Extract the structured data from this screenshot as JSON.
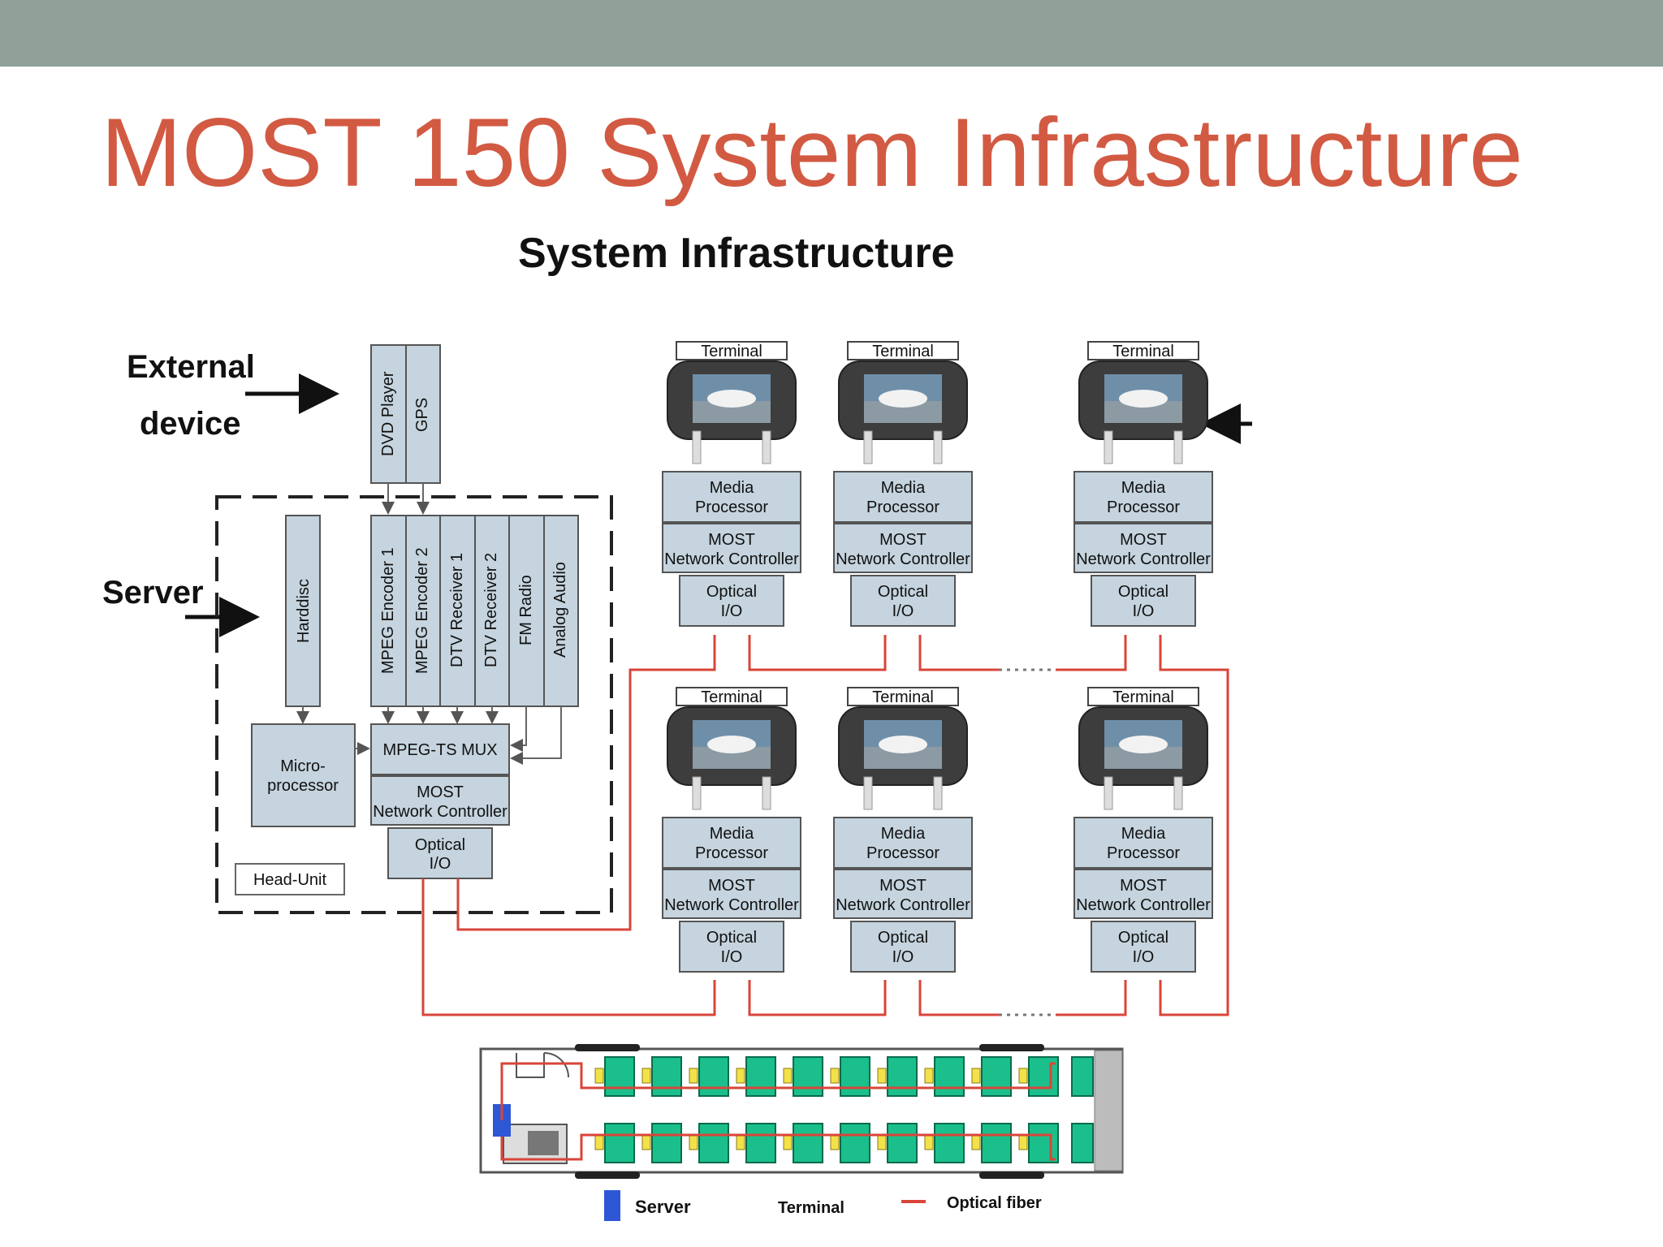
{
  "slide": {
    "title": "MOST 150 System Infrastructure",
    "subtitle": "System Infrastructure"
  },
  "annotations": {
    "external_line1": "External",
    "external_line2": "device",
    "server": "Server"
  },
  "head_unit": {
    "external_devices": [
      "DVD Player",
      "GPS"
    ],
    "modules": [
      "MPEG Encoder 1",
      "MPEG Encoder 2",
      "DTV Receiver 1",
      "DTV Receiver 2",
      "FM Radio",
      "Analog Audio"
    ],
    "harddisc": "Harddisc",
    "micro_line1": "Micro-",
    "micro_line2": "processor",
    "mux": "MPEG-TS MUX",
    "most_line1": "MOST",
    "most_line2": "Network Controller",
    "optical_line1": "Optical",
    "optical_line2": "I/O",
    "name": "Head-Unit"
  },
  "terminal": {
    "label": "Terminal",
    "media_line1": "Media",
    "media_line2": "Processor",
    "most_line1": "MOST",
    "most_line2": "Network Controller",
    "optical_line1": "Optical",
    "optical_line2": "I/O"
  },
  "legend": {
    "server": "Server",
    "terminal": "Terminal",
    "fiber": "Optical fiber"
  },
  "colors": {
    "title": "#d25a42",
    "topbar": "#8fa198",
    "box_fill": "#c5d4de",
    "fiber": "#d9453a",
    "seat": "#1bbf8c",
    "server_block": "#2e57d6"
  }
}
